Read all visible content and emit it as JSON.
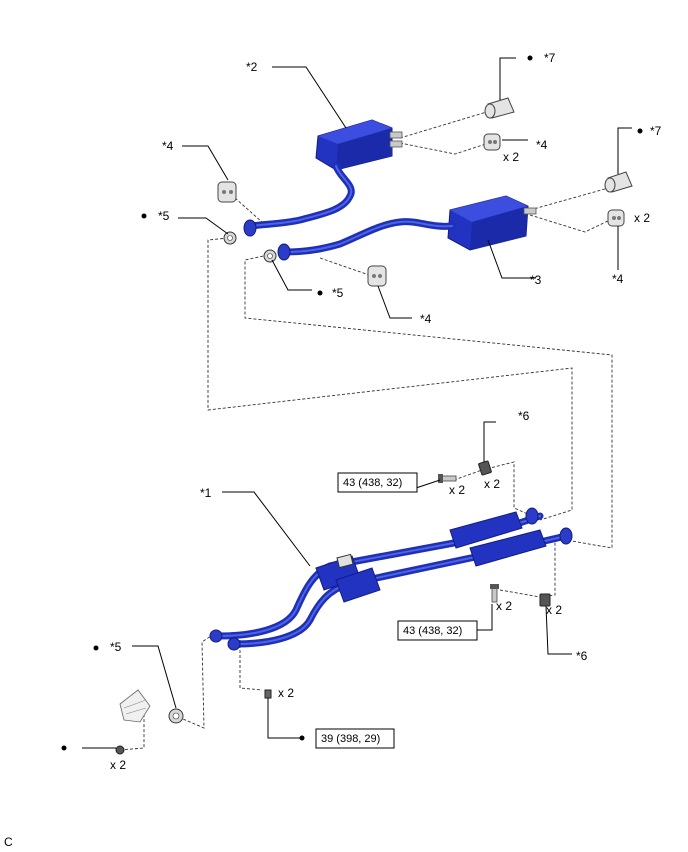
{
  "callouts": {
    "c1": "*1",
    "c2": "*2",
    "c3": "*3",
    "c4": "*4",
    "c5": "*5",
    "c6": "*6",
    "c7": "*7"
  },
  "quantities": {
    "x2": "x 2"
  },
  "torque": {
    "t1": "43 (438, 32)",
    "t2": "43 (438, 32)",
    "t3": "39 (398, 29)"
  },
  "marks": {
    "bullet": "●"
  },
  "footer": {
    "code": "C"
  },
  "colors": {
    "pipe": "#1e2fb8",
    "muffler": "#2233c2",
    "gasket": "#e4e4e4"
  }
}
